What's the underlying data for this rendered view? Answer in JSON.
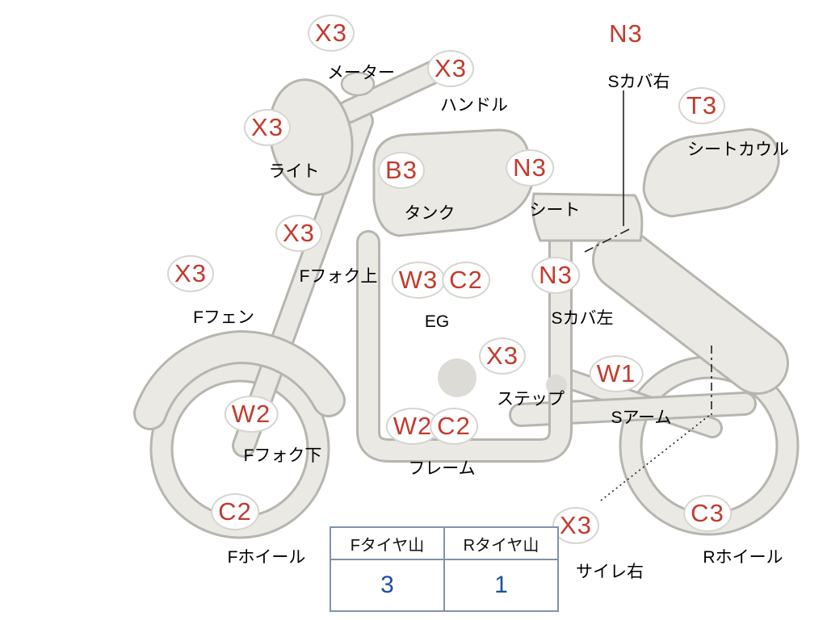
{
  "colors": {
    "condition_code_red": "#c23b2e",
    "tire_value_blue": "#1d4f9e",
    "bike_fill_gray": "#eae9e4",
    "bike_stroke_gray": "#b6b5ae",
    "table_border": "#8093a8"
  },
  "labels": [
    {
      "codes": [
        "X3"
      ],
      "name": "メーター"
    },
    {
      "codes": [
        "X3"
      ],
      "name": "ハンドル"
    },
    {
      "codes": [
        "N3"
      ],
      "name": "Sカバ右"
    },
    {
      "codes": [
        "T3"
      ],
      "name": "シートカウル"
    },
    {
      "codes": [
        "X3"
      ],
      "name": "ライト"
    },
    {
      "codes": [
        "B3"
      ],
      "name": "タンク"
    },
    {
      "codes": [
        "N3"
      ],
      "name": "シート"
    },
    {
      "codes": [
        "X3"
      ],
      "name": "Fフォク上"
    },
    {
      "codes": [
        "X3"
      ],
      "name": "Fフェン"
    },
    {
      "codes": [
        "W3",
        "C2"
      ],
      "name": "EG"
    },
    {
      "codes": [
        "N3"
      ],
      "name": "Sカバ左"
    },
    {
      "codes": [
        "X3"
      ],
      "name": "ステップ"
    },
    {
      "codes": [
        "W1"
      ],
      "name": "Sアーム"
    },
    {
      "codes": [
        "W2"
      ],
      "name": "Fフォク下"
    },
    {
      "codes": [
        "W2",
        "C2"
      ],
      "name": "フレーム"
    },
    {
      "codes": [
        "C2"
      ],
      "name": "Fホイール"
    },
    {
      "codes": [
        "X3"
      ],
      "name": "サイレ右"
    },
    {
      "codes": [
        "C3"
      ],
      "name": "Rホイール"
    }
  ],
  "tire_table": {
    "columns": [
      {
        "header": "Fタイヤ山",
        "value": "3"
      },
      {
        "header": "Rタイヤ山",
        "value": "1"
      }
    ]
  }
}
